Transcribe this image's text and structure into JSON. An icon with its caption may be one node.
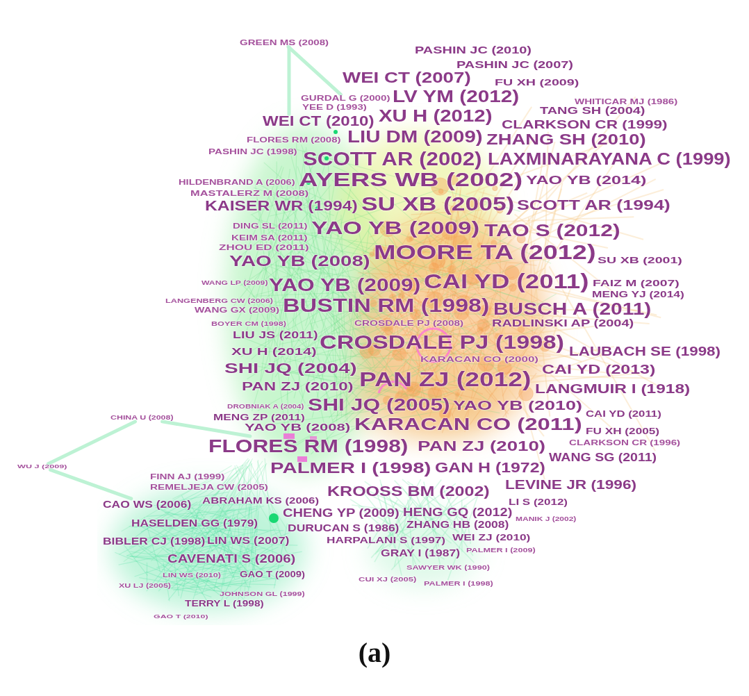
{
  "diagram": {
    "caption": "(a)",
    "nodes": [
      {
        "text": [
          "GREEN MS (2008)"
        ]
      },
      {
        "text": [
          "GURDAL G (2000)"
        ]
      },
      {
        "text": [
          "WEI CT (2010)"
        ]
      },
      {
        "text": [
          "CHINA U (2008)"
        ]
      },
      {
        "text": [
          "FLORES RM (1998)"
        ]
      },
      {
        "text": [
          "WU J (2009)"
        ]
      },
      {
        "text": [
          "CAO WS (2006)"
        ]
      }
    ],
    "edges": [
      {
        "from": 0,
        "to": 1,
        "arrow": "none"
      },
      {
        "from": 0,
        "to": 2,
        "arrow": "none"
      },
      {
        "from": 3,
        "to": 5,
        "arrow": "none"
      },
      {
        "from": 3,
        "to": 4,
        "arrow": "none"
      },
      {
        "from": 5,
        "to": 6,
        "arrow": "none"
      }
    ],
    "labels": [
      "PASHIN JC (2010)",
      "PASHIN JC (2007)",
      "WEI CT (2007)",
      "FU XH (2009)",
      "LV YM (2012)",
      "WHITICAR MJ (1986)",
      "YEE D (1993)",
      "TANG SH (2004)",
      "XU H (2012)",
      "CLARKSON CR (1999)",
      "FLORES RM (2008)",
      "LIU DM (2009)",
      "ZHANG SH (2010)",
      "PASHIN JC (1998)",
      "SCOTT AR (2002)",
      "LAXMINARAYANA C (1999)",
      "HILDENBRAND A (2006)",
      "AYERS WB (2002)",
      "YAO YB (2014)",
      "MASTALERZ M (2008)",
      "KAISER WR (1994)",
      "SU XB (2005)",
      "SCOTT AR (1994)",
      "DING SL (2011)",
      "YAO YB (2009)",
      "TAO S (2012)",
      "KEIM SA (2011)",
      "ZHOU ED (2011)",
      "MOORE TA (2012)",
      "SU XB (2001)",
      "YAO YB (2008)",
      "WANG LP (2009)",
      "YAO YB (2009)",
      "CAI YD (2011)",
      "FAIZ M (2007)",
      "MENG YJ (2014)",
      "LANGENBERG CW (2006)",
      "BUSTIN RM (1998)",
      "BUSCH A (2011)",
      "WANG GX (2009)",
      "BOYER CM (1998)",
      "CROSDALE PJ (2008)",
      "RADLINSKI AP (2004)",
      "LIU JS (2011)",
      "CROSDALE PJ (1998)",
      "XU H (2014)",
      "LAUBACH SE (1998)",
      "KARACAN CO (2000)",
      "SHI JQ (2004)",
      "CAI YD (2013)",
      "PAN ZJ (2012)",
      "PAN ZJ (2010)",
      "LANGMUIR I (1918)",
      "SHI JQ (2005)",
      "YAO YB (2010)",
      "DROBNIAK A (2004)",
      "CAI YD (2011)",
      "MENG ZP (2011)",
      "KARACAN CO (2011)",
      "YAO YB (2008)",
      "FU XH (2005)",
      "CLARKSON CR (1996)",
      "PAN ZJ (2010)",
      "WANG SG (2011)",
      "PALMER I (1998)",
      "GAN H (1972)",
      "FINN AJ (1999)",
      "LEVINE JR (1996)",
      "REMELJEJA CW (2005)",
      "KROOSS BM (2002)",
      "ABRAHAM KS (2006)",
      "LI S (2012)",
      "CHENG YP (2009)",
      "HENG GQ (2012)",
      "MANIK J (2002)",
      "HASELDEN GG (1979)",
      "DURUCAN S (1986)",
      "ZHANG HB (2008)",
      "BIBLER CJ (1998)",
      "LIN WS (2007)",
      "HARPALANI S (1997)",
      "WEI ZJ (2010)",
      "CAVENATI S (2006)",
      "GRAY I (1987)",
      "PALMER I (2009)",
      "SAWYER WK (1990)",
      "LIN WS (2010)",
      "GAO T (2009)",
      "XU LJ (2005)",
      "CUI XJ (2005)",
      "PALMER I (1998)",
      "JOHNSON GL (1999)",
      "TERRY L (1998)",
      "GAO T (2010)"
    ]
  }
}
